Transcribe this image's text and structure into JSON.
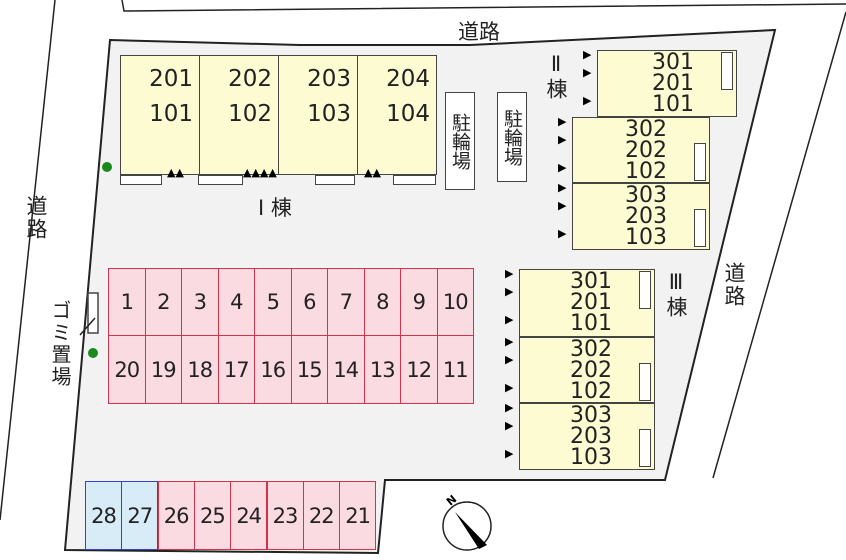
{
  "labels": {
    "road_top": "道路",
    "road_left": "道路",
    "road_right": "道路",
    "trash_area": "ゴミ置場",
    "bike_parking_1": "駐輪場",
    "bike_parking_2": "駐輪場",
    "building_1": "Ⅰ 棟",
    "building_2": "Ⅱ棟",
    "building_3": "Ⅲ棟",
    "compass": "N"
  },
  "building_1_units": [
    {
      "upper": "201",
      "lower": "101"
    },
    {
      "upper": "202",
      "lower": "102"
    },
    {
      "upper": "203",
      "lower": "103"
    },
    {
      "upper": "204",
      "lower": "104"
    }
  ],
  "building_2_stacks": [
    [
      "301",
      "201",
      "101"
    ],
    [
      "302",
      "202",
      "102"
    ],
    [
      "303",
      "203",
      "103"
    ]
  ],
  "building_3_stacks": [
    [
      "301",
      "201",
      "101"
    ],
    [
      "302",
      "202",
      "102"
    ],
    [
      "303",
      "203",
      "103"
    ]
  ],
  "parking_row_top": [
    "1",
    "2",
    "3",
    "4",
    "5",
    "6",
    "7",
    "8",
    "9",
    "10"
  ],
  "parking_row_middle": [
    "20",
    "19",
    "18",
    "17",
    "16",
    "15",
    "14",
    "13",
    "12",
    "11"
  ],
  "parking_row_bottom": [
    "28",
    "27",
    "26",
    "25",
    "24",
    "23",
    "22",
    "21"
  ],
  "parking_bottom_blue": [
    "28",
    "27"
  ],
  "colors": {
    "parking": "#fbdbe2",
    "parking_special": "#d8ecf8",
    "building": "#fdfbd2",
    "site": "#f2f2f2",
    "marker": "#1a8a1a"
  }
}
